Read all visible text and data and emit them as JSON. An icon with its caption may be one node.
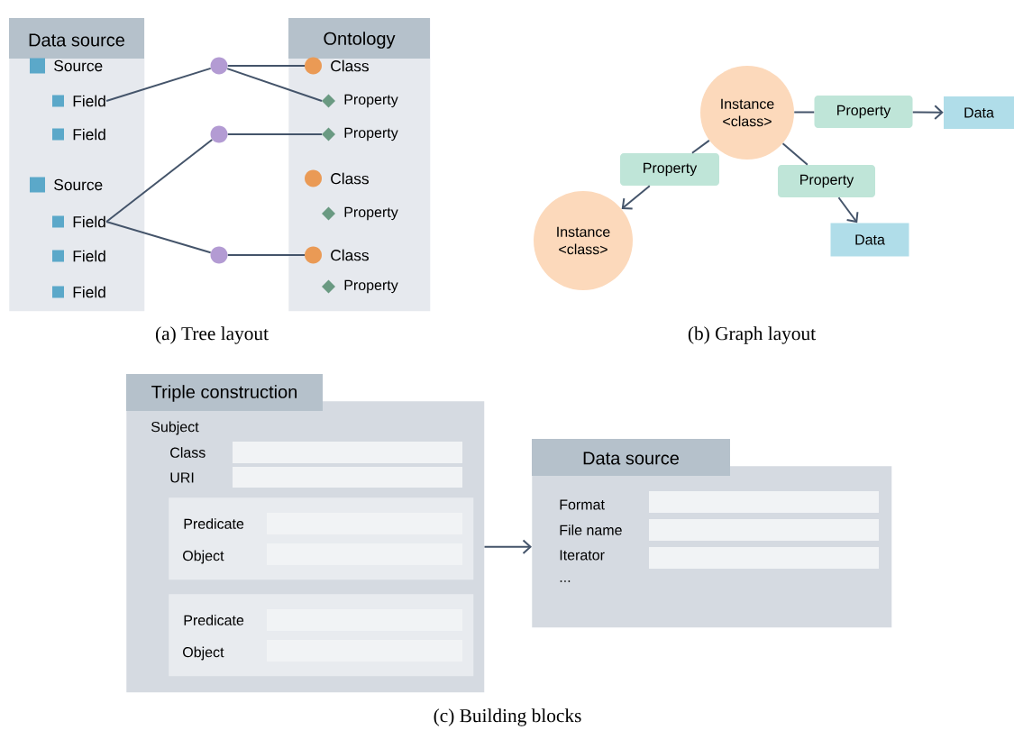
{
  "diagram": {
    "nodes": [
      {
        "text": [
          "Data source"
        ]
      },
      {
        "text": [
          "Source"
        ],
        "in": 0
      },
      {
        "text": [
          "Field"
        ],
        "in": 0
      },
      {
        "text": [
          "Field"
        ],
        "in": 0
      },
      {
        "text": [
          "Source"
        ],
        "in": 0
      },
      {
        "text": [
          "Field"
        ],
        "in": 0
      },
      {
        "text": [
          "Field"
        ],
        "in": 0
      },
      {
        "text": [
          "Field"
        ],
        "in": 0
      },
      {
        "text": [
          "Ontology"
        ]
      },
      {
        "text": [
          "Class"
        ],
        "in": 8
      },
      {
        "text": [
          "Property"
        ],
        "in": 8
      },
      {
        "text": [
          "Property"
        ],
        "in": 8
      },
      {
        "text": [
          "Class"
        ],
        "in": 8
      },
      {
        "text": [
          "Property"
        ],
        "in": 8
      },
      {
        "text": [
          "Class"
        ],
        "in": 8
      },
      {
        "text": [
          "Property"
        ],
        "in": 8
      },
      {
        "text": [],
        "shape": "circle"
      },
      {
        "text": [],
        "shape": "circle"
      },
      {
        "text": [],
        "shape": "circle"
      },
      {
        "text": [
          "Instance <class>"
        ]
      },
      {
        "text": [
          "Property"
        ]
      },
      {
        "text": [
          "Data"
        ]
      },
      {
        "text": [
          "Property"
        ]
      },
      {
        "text": [
          "Instance <class>"
        ]
      },
      {
        "text": [
          "Property"
        ]
      },
      {
        "text": [
          "Data"
        ]
      },
      {
        "text": [
          "Triple construction",
          "Subject",
          "Class",
          "URI"
        ]
      },
      {
        "text": [
          "Predicate",
          "Object"
        ],
        "in": 26
      },
      {
        "text": [
          "Predicate",
          "Object"
        ],
        "in": 26
      },
      {
        "text": [
          "Data source",
          "Format",
          "File name",
          "Iterator",
          "..."
        ]
      }
    ],
    "edges": [
      {
        "from": 2,
        "to": 16,
        "arrow": "none"
      },
      {
        "from": 16,
        "to": 9,
        "arrow": "none"
      },
      {
        "from": 16,
        "to": 10,
        "arrow": "none"
      },
      {
        "from": 5,
        "to": 17,
        "arrow": "none"
      },
      {
        "from": 17,
        "to": 11,
        "arrow": "none"
      },
      {
        "from": 5,
        "to": 18,
        "arrow": "none"
      },
      {
        "from": 18,
        "to": 14,
        "arrow": "none"
      },
      {
        "from": 19,
        "to": 20,
        "arrow": "none"
      },
      {
        "from": 20,
        "to": 21,
        "arrow": "to"
      },
      {
        "from": 19,
        "to": 22,
        "arrow": "none"
      },
      {
        "from": 22,
        "to": 23,
        "arrow": "to"
      },
      {
        "from": 19,
        "to": 24,
        "arrow": "none"
      },
      {
        "from": 24,
        "to": 25,
        "arrow": "to"
      },
      {
        "from": 26,
        "to": 29,
        "arrow": "to"
      }
    ],
    "labels": [
      "(a) Tree layout",
      "(b) Graph layout",
      "(c) Building blocks"
    ]
  }
}
